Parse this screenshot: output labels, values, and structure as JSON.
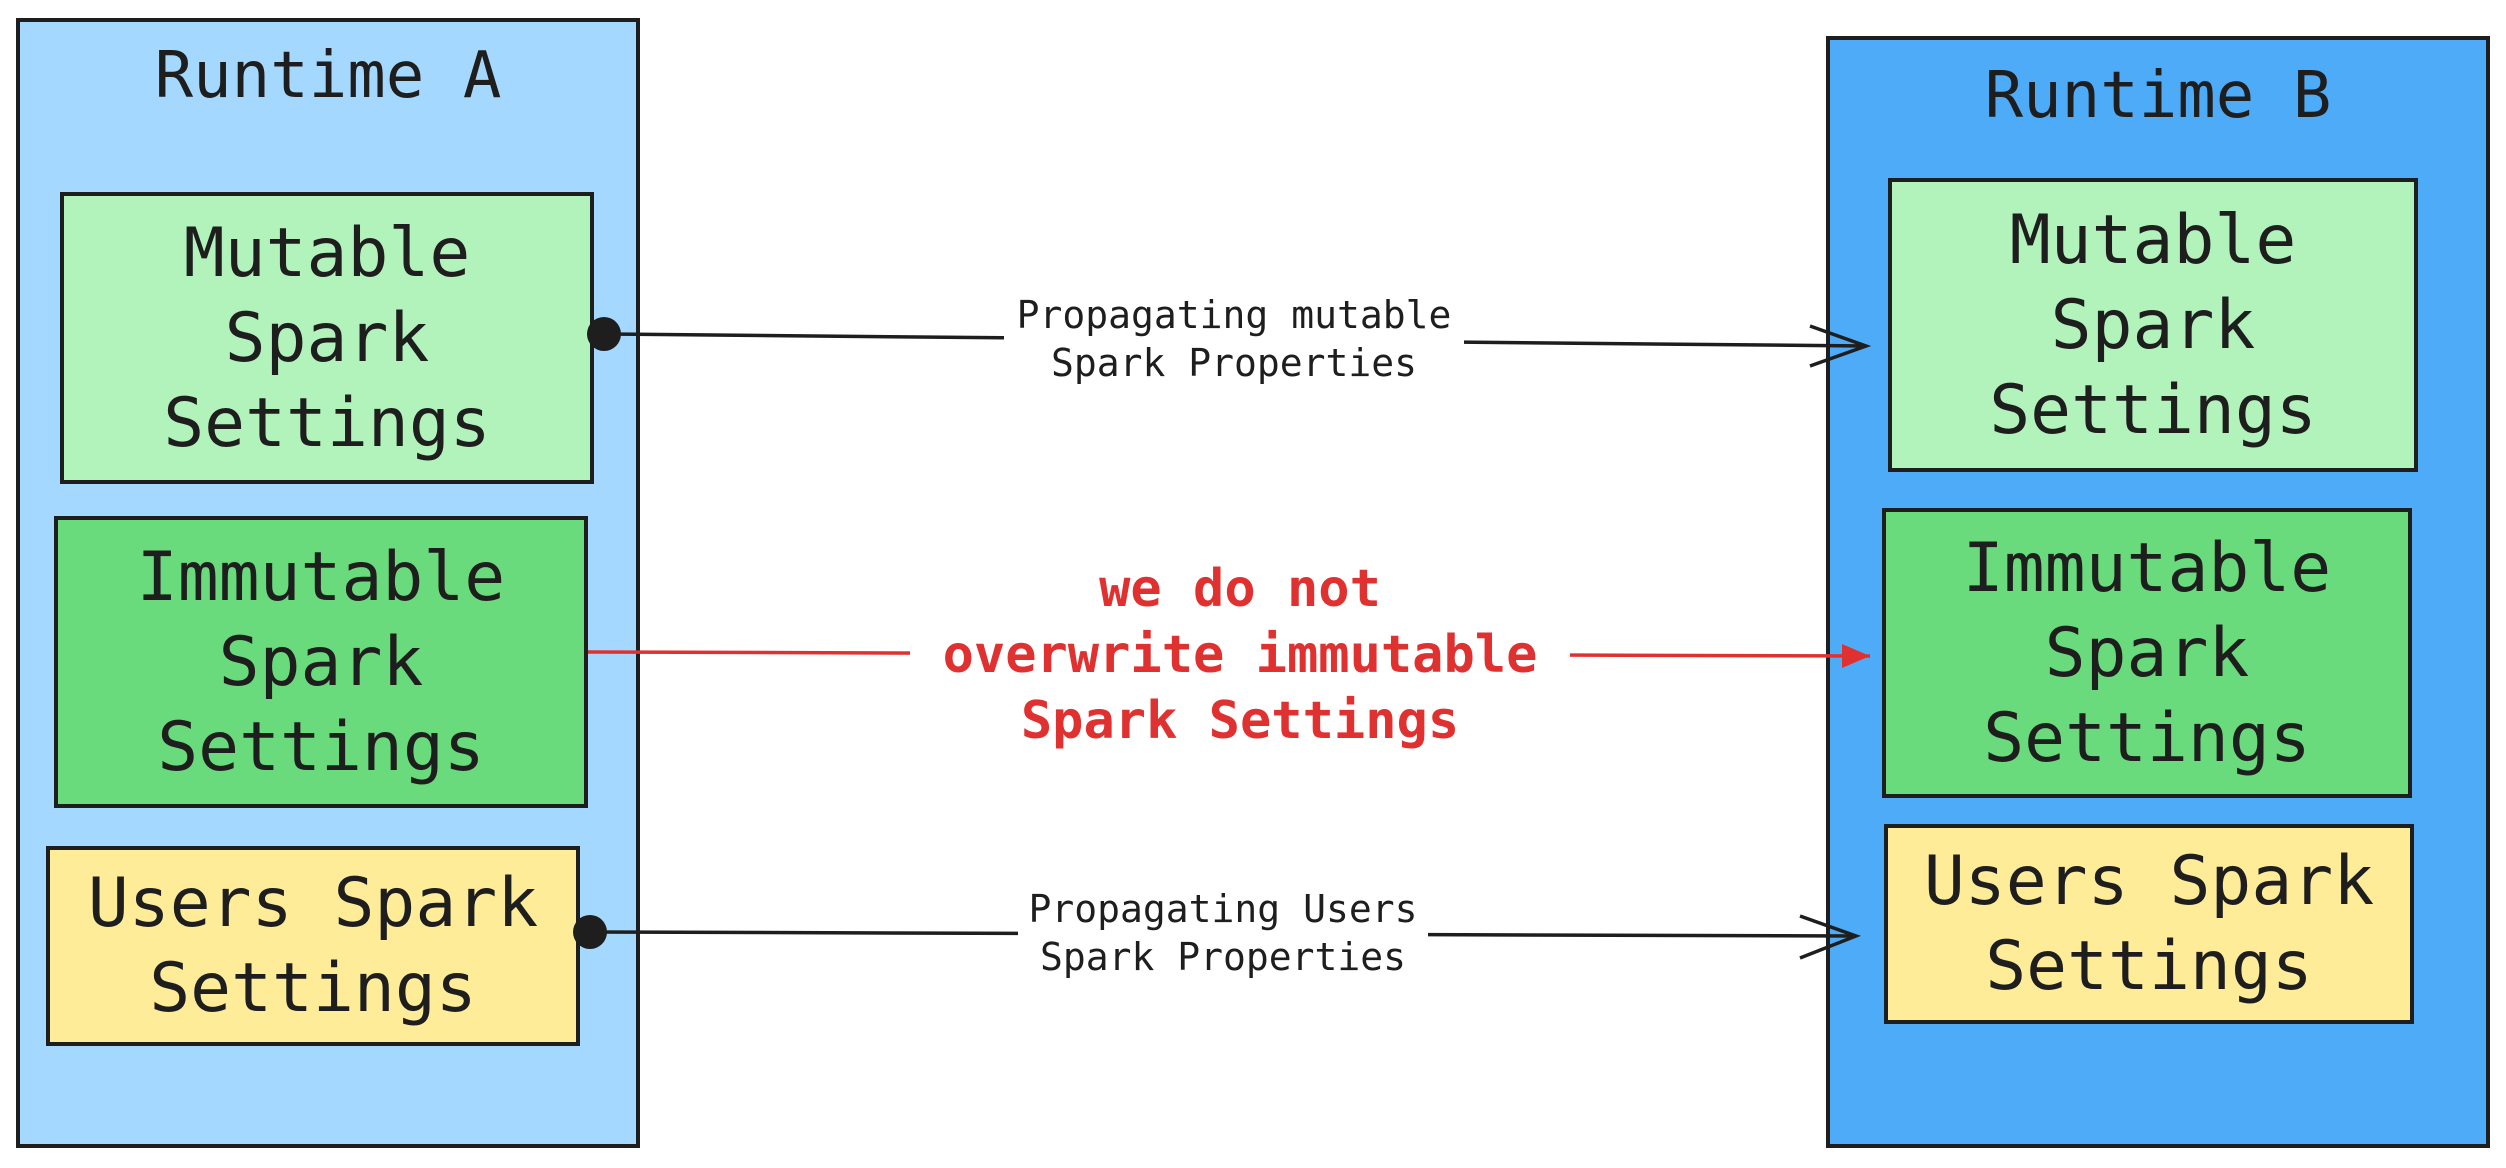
{
  "colors": {
    "runtime_a_fill": "#a5d8ff",
    "runtime_b_fill": "#4dabf7",
    "mutable_fill": "#b2f2bb",
    "immutable_fill": "#69db7c",
    "users_fill": "#ffec99",
    "stroke": "#1e1e1e",
    "warning": "#e03131"
  },
  "runtime_a": {
    "title": "Runtime A",
    "mutable": "Mutable\nSpark\nSettings",
    "immutable": "Immutable\nSpark\nSettings",
    "users": "Users Spark\nSettings"
  },
  "runtime_b": {
    "title": "Runtime B",
    "mutable": "Mutable\nSpark\nSettings",
    "immutable": "Immutable\nSpark\nSettings",
    "users": "Users Spark\nSettings"
  },
  "edges": {
    "mutable_label": "Propagating mutable\nSpark Properties",
    "immutable_label": "we do not\noverwrite immutable\nSpark Settings",
    "users_label": "Propagating Users\nSpark Properties"
  }
}
